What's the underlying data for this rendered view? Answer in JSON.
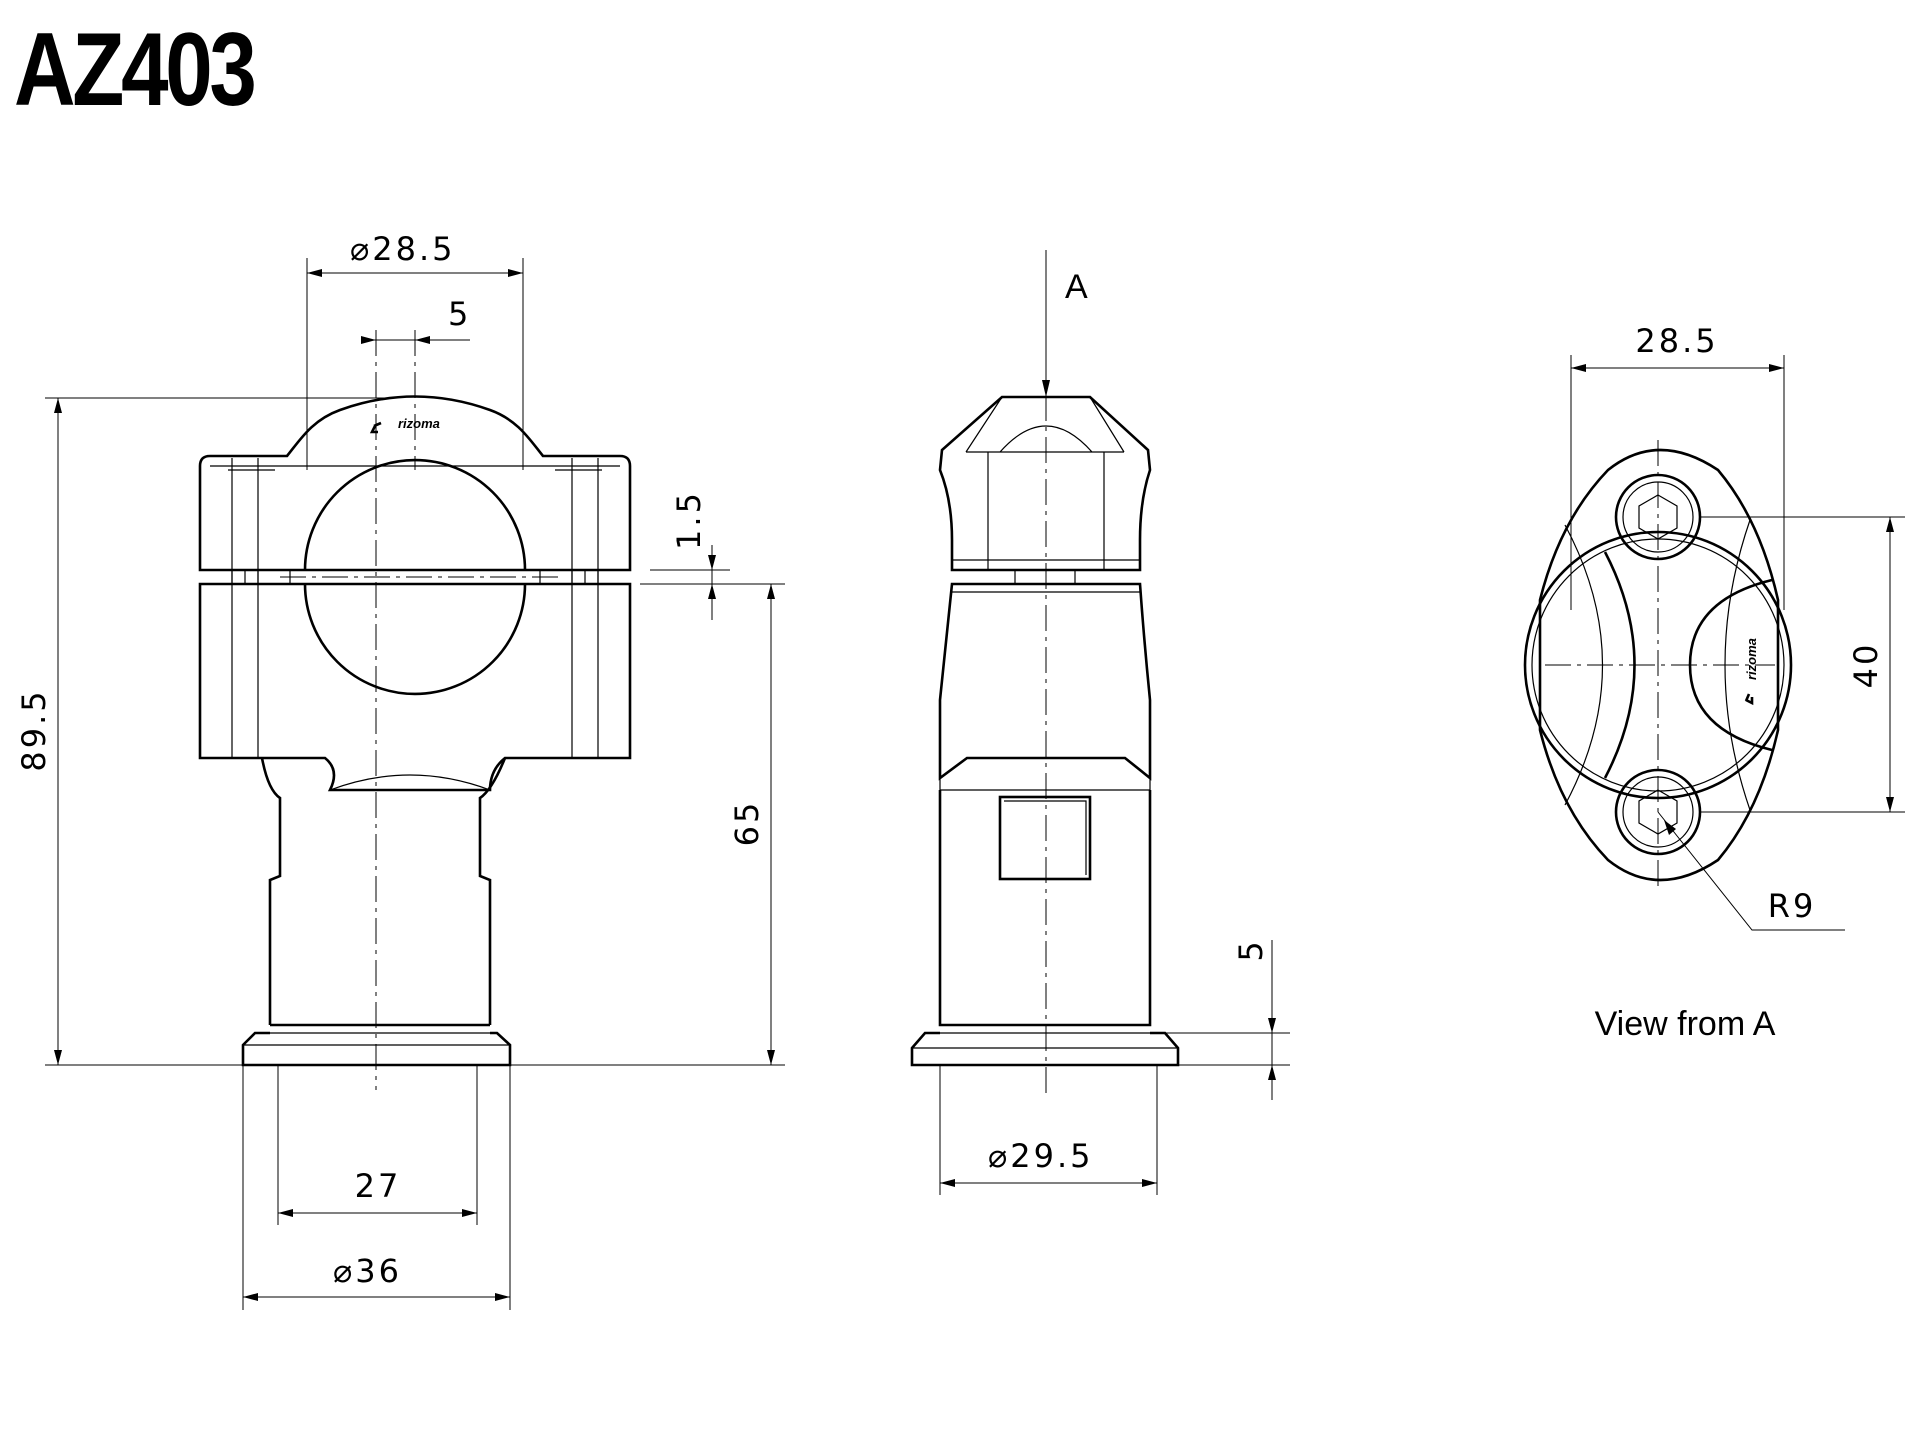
{
  "title": "AZ403",
  "dimensions": {
    "top_bore_dia": "28.5",
    "offset": "5",
    "clamp_gap": "1.5",
    "overall_height": "89.5",
    "riser_height": "65",
    "neck_width": "27",
    "base_dia": "36",
    "collar_height": "5",
    "side_base_dia": "29.5",
    "top_view_width": "28.5",
    "bolt_spacing": "40",
    "radius": "R9"
  },
  "labels": {
    "arrow_a": "A",
    "view_from": "View from  A",
    "brand": "rizoma"
  },
  "colors": {
    "line": "#000000",
    "background": "#ffffff"
  }
}
